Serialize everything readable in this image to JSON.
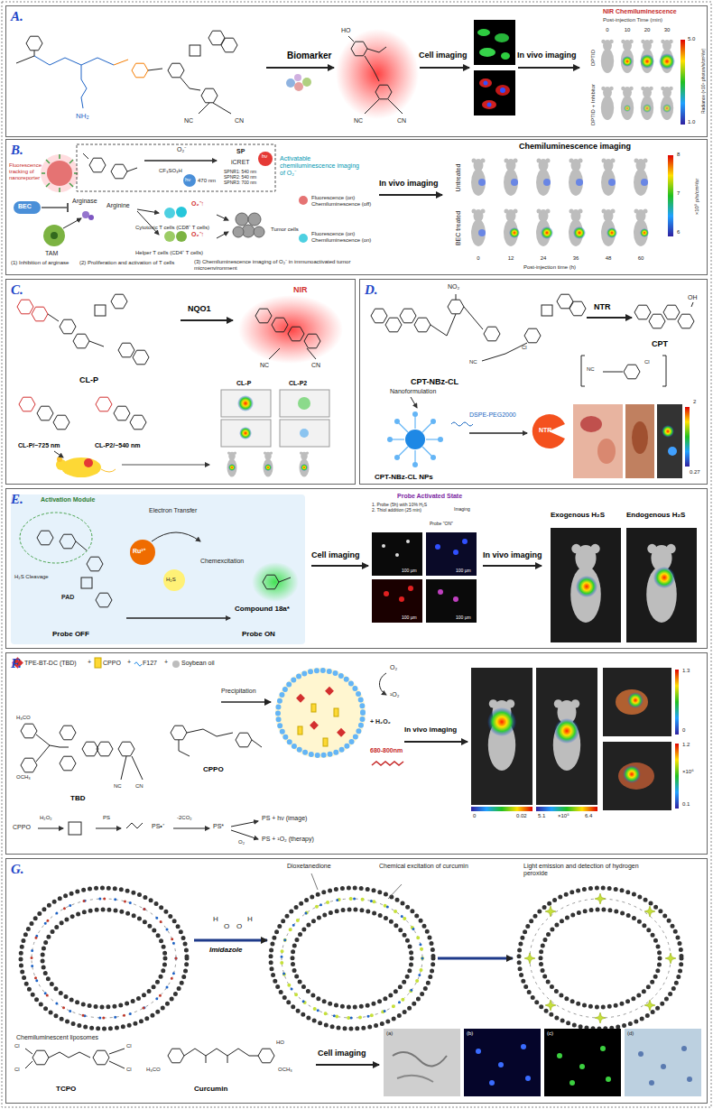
{
  "diagram": {
    "nodes": [
      {
        "text": [
          "A."
        ]
      },
      {
        "text": [
          "B."
        ]
      },
      {
        "text": [
          "C."
        ]
      },
      {
        "text": [
          "D."
        ]
      },
      {
        "text": [
          "E."
        ]
      },
      {
        "text": [
          "F."
        ]
      },
      {
        "text": [
          "G."
        ]
      }
    ],
    "labels": [
      "NH₂",
      "NC",
      "CN",
      "Biomarker",
      "HO",
      "NC",
      "CN",
      "Cell imaging",
      "In vivo imaging",
      "NIR Chemiluminescence",
      "Post-injection Time (min)",
      "0",
      "10",
      "20",
      "30",
      "DPTID",
      "DPTID + Inhibitor",
      "5.0",
      "1.0",
      "Radiance (×10⁶ photon/s/cm²/sr)",
      "Fluorescence tracking of nanoreporter",
      "O₂⁻",
      "CF₃SO₃H",
      "470 nm",
      "hν",
      "SP",
      "iCRET",
      "SPNR1: 540 nm SPNR2: 540 nm SPNR3: 700 nm",
      "hν",
      "Activatable chemiluminescence imaging of O₂⁻",
      "BEC",
      "Arginase",
      "TAM",
      "Arginine",
      "O₂⁻↑",
      "Cytotoxic T cells (CD8⁺ T cells)",
      "O₂⁻↑",
      "Helper T cells (CD4⁺ T cells)",
      "(1) Inhibition of arginase",
      "(2) Proliferation and activation of T cells",
      "(3) Chemiluminescence imaging of O₂⁻ in immunoactivated tumor microenvironment",
      "Tumor cells",
      "Fluorescence (on) Chemiluminescence (off)",
      "Fluorescence (on) Chemiluminescence (on)",
      "In vivo imaging",
      "Chemiluminescence imaging",
      "Untreated",
      "BEC treated",
      "0",
      "12",
      "24",
      "36",
      "48",
      "60",
      "Post-injection time (h)",
      "8",
      "7",
      "6",
      "×10⁵ p/s/cm²/sr",
      "NQO1",
      "NIR",
      "NC",
      "CN",
      "CL-P",
      "CL-P/~725 nm",
      "CL-P2/~540 nm",
      "CL-P",
      "CL-P2",
      "NO₂",
      "NTR",
      "NC",
      "Cl",
      "CPT-NBz-CL",
      "OH",
      "CPT",
      "NC",
      "Cl",
      "Nanoformulation",
      "DSPE-PEG2000",
      "CPT-NBz-CL NPs",
      "NTR",
      "2",
      "0.27",
      "Activation Module",
      "H₂S Cleavage",
      "PAD",
      "Ru²⁺",
      "Electron Transfer",
      "H₂S",
      "Chemexcitation",
      "Compound 18a*",
      "Probe OFF",
      "Probe ON",
      "Cell imaging",
      "Probe Activated State",
      "1. Probe (5h) with 10% H₂S 2. Thiol addition (25 min)",
      "Probe \"ON\"",
      "Imaging",
      "100 µm",
      "100 µm",
      "100 µm",
      "100 µm",
      "In vivo imaging",
      "Exogenous H₂S",
      "Endogenous H₂S",
      "TPE-BT-DC (TBD)",
      "CPPO",
      "F127",
      "Soybean oil",
      "+",
      "+",
      "+",
      "Precipitation",
      "O₂",
      "¹O₂",
      "+ H₂O₂",
      "680-800nm",
      "In vivo imaging",
      "0",
      "0.02",
      "5.1",
      "×10⁵",
      "6.4",
      "1.3",
      "0",
      "1.2",
      "×10⁶",
      "0.1",
      "H₃CO",
      "OCH₃",
      "NC",
      "CN",
      "TBD",
      "CPPO",
      "CPPO",
      "H₂O₂",
      "PS",
      "PS•⁺",
      "-2CO₂",
      "PS*",
      "PS + hν (image)",
      "O₂",
      "PS + ¹O₂ (therapy)",
      "Dioxetanedione",
      "Chemical excitation of curcumin",
      "Light emission and detection of hydrogen peroxide",
      "H",
      "O",
      "O",
      "H",
      "Imidazole",
      "Chemiluminescent liposomes",
      "Cl",
      "Cl",
      "Cl",
      "Cl",
      "TCPO",
      "HO",
      "OCH₃",
      "H₃CO",
      "Curcumin",
      "Cell imaging",
      "(a)",
      "(b)",
      "(c)",
      "(d)"
    ]
  }
}
